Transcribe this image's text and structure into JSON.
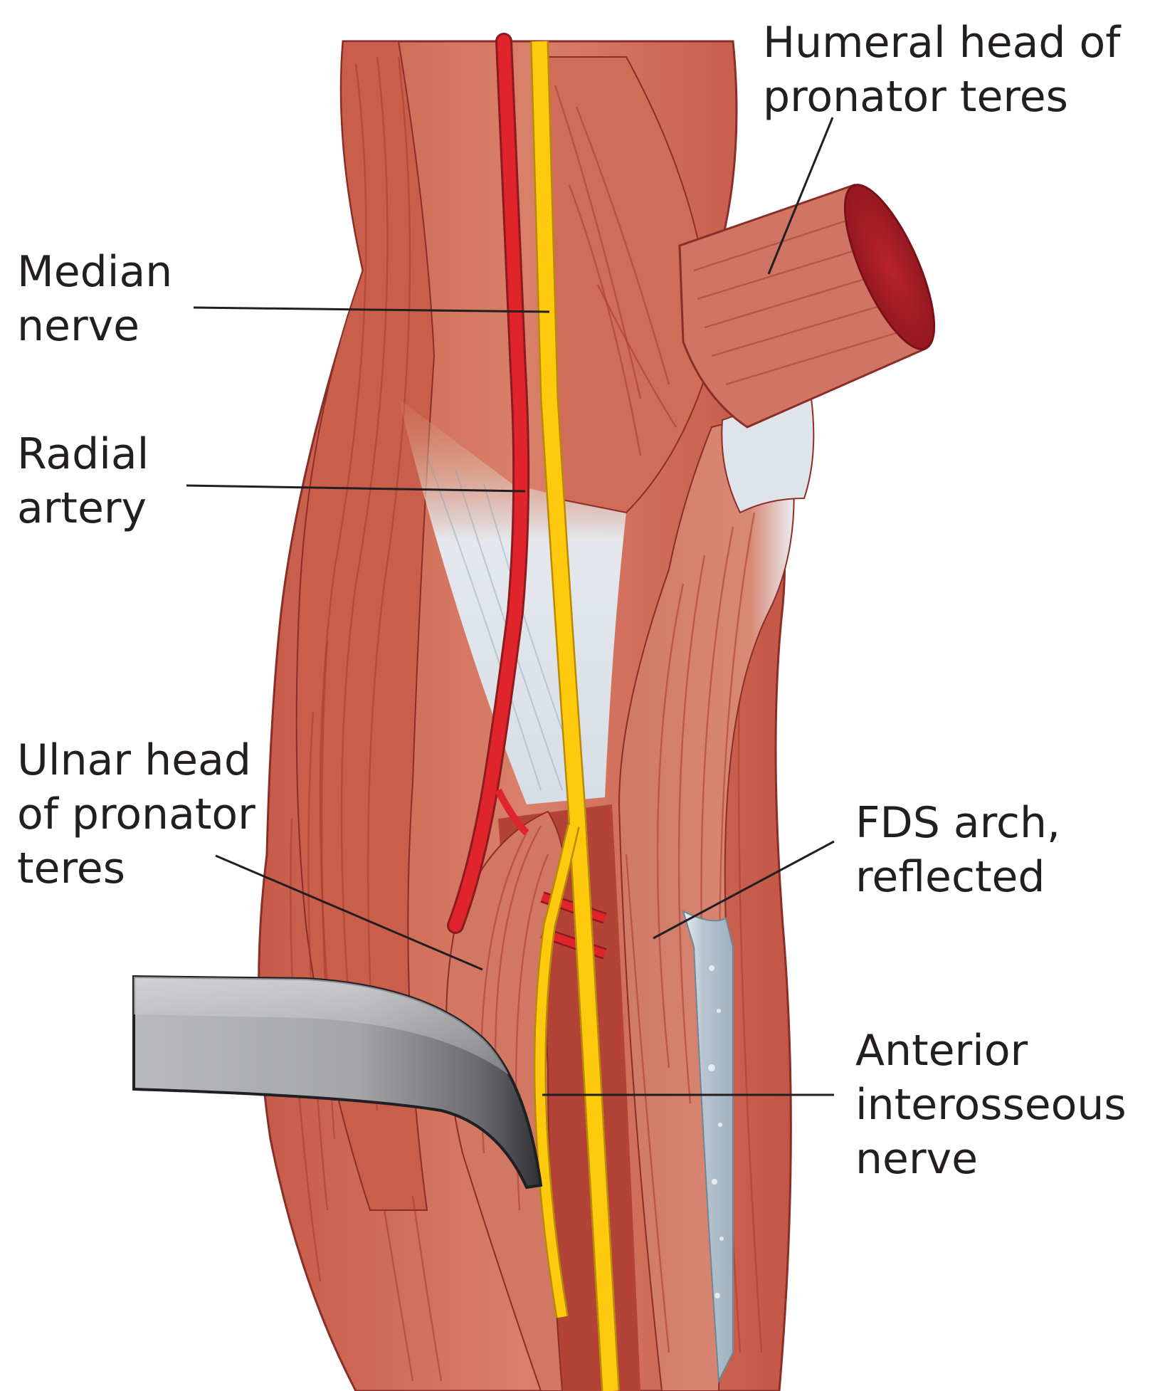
{
  "labels": {
    "humeral_head": [
      "Humeral head of",
      "pronator teres"
    ],
    "median_nerve": [
      "Median",
      "nerve"
    ],
    "radial_artery": [
      "Radial",
      "artery"
    ],
    "ulnar_head": [
      "Ulnar head",
      "of pronator",
      "teres"
    ],
    "fds_arch": [
      "FDS arch,",
      "reflected"
    ],
    "anterior_interosseous": [
      "Anterior",
      "interosseous",
      "nerve"
    ]
  },
  "colors": {
    "muscle": "#cc6a55",
    "muscle_dark": "#b4483b",
    "nerve": "#ffc90e",
    "artery": "#e0242c",
    "fascia": "#dfe4ea",
    "retractor": "#a9aaad"
  }
}
